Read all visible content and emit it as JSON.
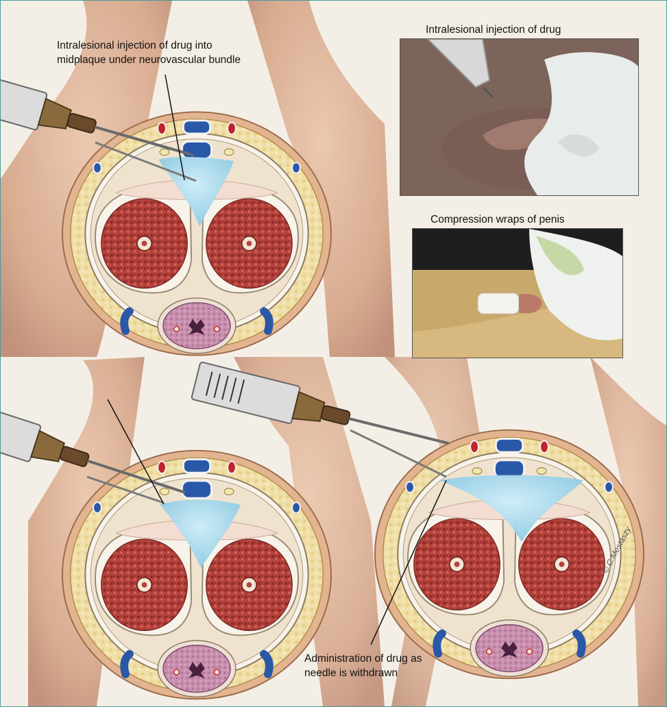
{
  "labels": {
    "top_callout": "Intralesional injection of drug into\nmidplaque under neurovascular bundle",
    "bottom_callout": "Administration of drug as\nneedle is withdrawn",
    "photo1_caption": "Intralesional injection of drug",
    "photo2_caption": "Compression wraps of penis",
    "signature": "© C.Mestaszy"
  },
  "colors": {
    "background": "#f4efe6",
    "skin": "#d9a688",
    "fascia": "#f1e2b0",
    "tunica": "#f7f1e4",
    "corpus_tissue": "#b9463f",
    "drug": "#a9d9ec",
    "frame": "#4a9a9a"
  }
}
